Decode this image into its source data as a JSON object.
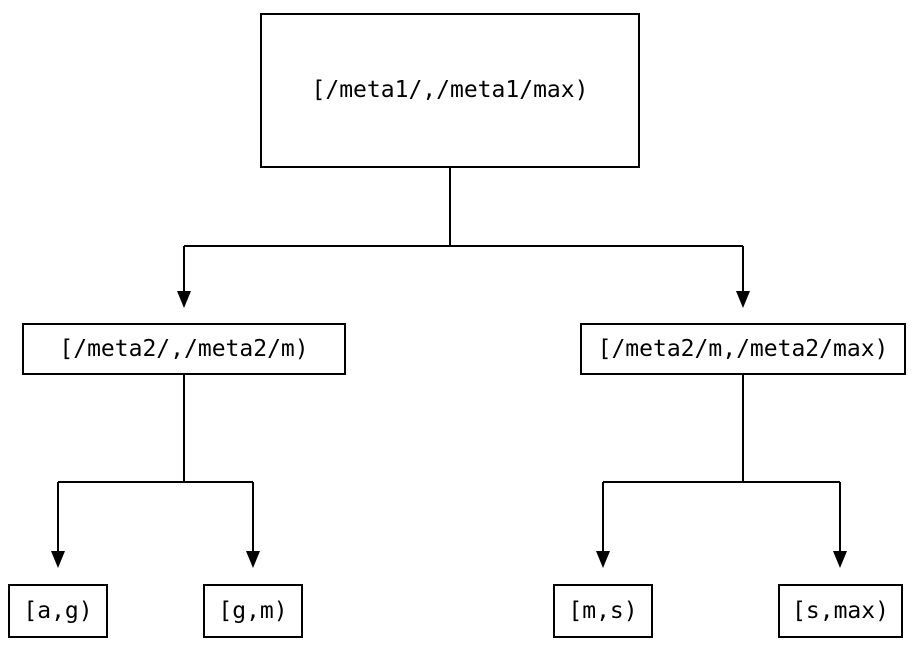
{
  "diagram": {
    "background_color": "#ffffff",
    "line_color": "#000000",
    "nodes": {
      "root": {
        "label": "[/meta1/,/meta1/max)"
      },
      "left": {
        "label": "[/meta2/,/meta2/m)"
      },
      "right": {
        "label": "[/meta2/m,/meta2/max)"
      },
      "leaf_ag": {
        "label": "[a,g)"
      },
      "leaf_gm": {
        "label": "[g,m)"
      },
      "leaf_ms": {
        "label": "[m,s)"
      },
      "leaf_smax": {
        "label": "[s,max)"
      }
    },
    "edges": [
      {
        "from": "root",
        "to": "left"
      },
      {
        "from": "root",
        "to": "right"
      },
      {
        "from": "left",
        "to": "leaf_ag"
      },
      {
        "from": "left",
        "to": "leaf_gm"
      },
      {
        "from": "right",
        "to": "leaf_ms"
      },
      {
        "from": "right",
        "to": "leaf_smax"
      }
    ]
  }
}
